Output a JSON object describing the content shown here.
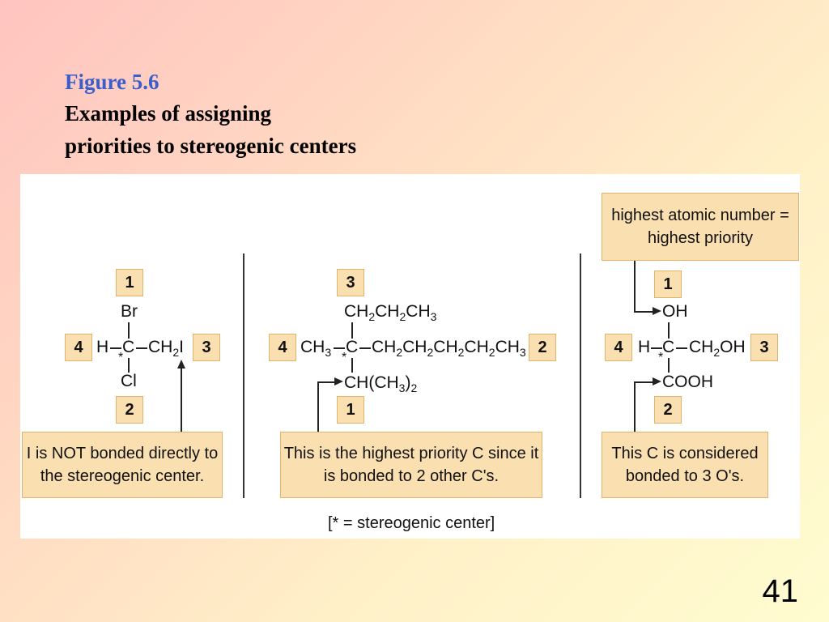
{
  "slide": {
    "figure_label": "Figure 5.6",
    "title_line1": "Examples of assigning",
    "title_line2": "priorities to stereogenic centers",
    "page_number": "41"
  },
  "legend": "[* = stereogenic center]",
  "priority_labels": {
    "one": "1",
    "two": "2",
    "three": "3",
    "four": "4"
  },
  "panel1": {
    "top_atom": "Br",
    "left_atom": "H",
    "center": "C",
    "right_group_main": "CH",
    "right_group_sub": "2",
    "right_group_end": "I",
    "bottom_atom": "Cl",
    "star": "*",
    "note": "I is NOT bonded directly to the stereogenic center."
  },
  "panel2": {
    "top_group": [
      "CH",
      "2",
      "CH",
      "2",
      "CH",
      "3"
    ],
    "left_group": [
      "CH",
      "3"
    ],
    "center": "C",
    "right_group": [
      "CH",
      "2",
      "CH",
      "2",
      "CH",
      "2",
      "CH",
      "2",
      "CH",
      "3"
    ],
    "bottom_group": [
      "CH(CH",
      "3",
      ")",
      "2"
    ],
    "star": "*",
    "note": "This is the highest priority C since it is bonded to 2 other C's."
  },
  "panel3": {
    "header_note": "highest atomic number = highest priority",
    "top_group": "OH",
    "left_atom": "H",
    "center": "C",
    "right_group_main": "CH",
    "right_group_sub": "2",
    "right_group_end": "OH",
    "bottom_group": "COOH",
    "star": "*",
    "note": "This C is considered bonded to 3 O's."
  }
}
